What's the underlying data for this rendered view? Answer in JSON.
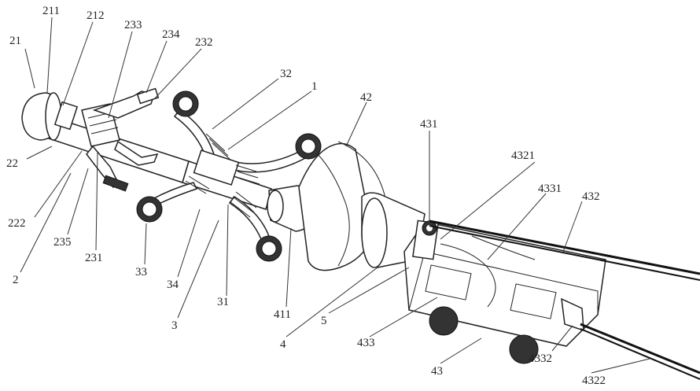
{
  "figure": {
    "labels": [
      "21",
      "211",
      "212",
      "233",
      "234",
      "232",
      "32",
      "1",
      "42",
      "431",
      "4321",
      "4331",
      "432",
      "22",
      "222",
      "235",
      "231",
      "2",
      "33",
      "34",
      "3",
      "31",
      "411",
      "4",
      "5",
      "433",
      "43",
      "4332",
      "4322"
    ]
  }
}
